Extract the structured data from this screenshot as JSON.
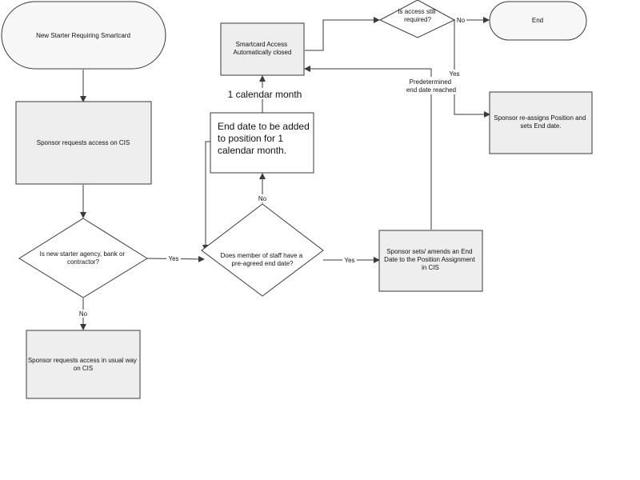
{
  "fill_colors": {
    "terminal": "#f7f7f7",
    "process": "#eeeeee",
    "decision": "#ffffff",
    "note": "#ffffff"
  },
  "nodes": {
    "start": [
      "New Starter Requiring Smartcard"
    ],
    "sponsor_requests": [
      "Sponsor requests access on CIS"
    ],
    "is_agency": [
      "Is new starter agency, bank or",
      "contractor?"
    ],
    "usual_way": [
      "Sponsor requests access in usual way",
      "on CIS"
    ],
    "pre_agreed": [
      "Does member of staff have a",
      "pre-agreed end date?"
    ],
    "end_date_added": [
      "End date to be added",
      "to position for 1",
      "calendar month."
    ],
    "smartcard_closed": [
      "Smartcard Access",
      "Automatically closed"
    ],
    "still_required": [
      "Is access still",
      "required?"
    ],
    "end": [
      "End"
    ],
    "reassigns": [
      "Sponsor re-assigns Position and",
      "sets End date."
    ],
    "sets_end_date": [
      "Sponsor sets/ amends an End",
      "Date to the Position Assignment",
      "in CIS"
    ]
  },
  "edge_labels": {
    "yes_agency": "Yes",
    "no_agency": "No",
    "no_pre_agreed": "No",
    "yes_pre_agreed": "Yes",
    "one_calendar_month": "1 calendar month",
    "predetermined": [
      "Predetermined",
      "end date reached"
    ],
    "no_still_required": "No",
    "yes_still_required": "Yes"
  }
}
